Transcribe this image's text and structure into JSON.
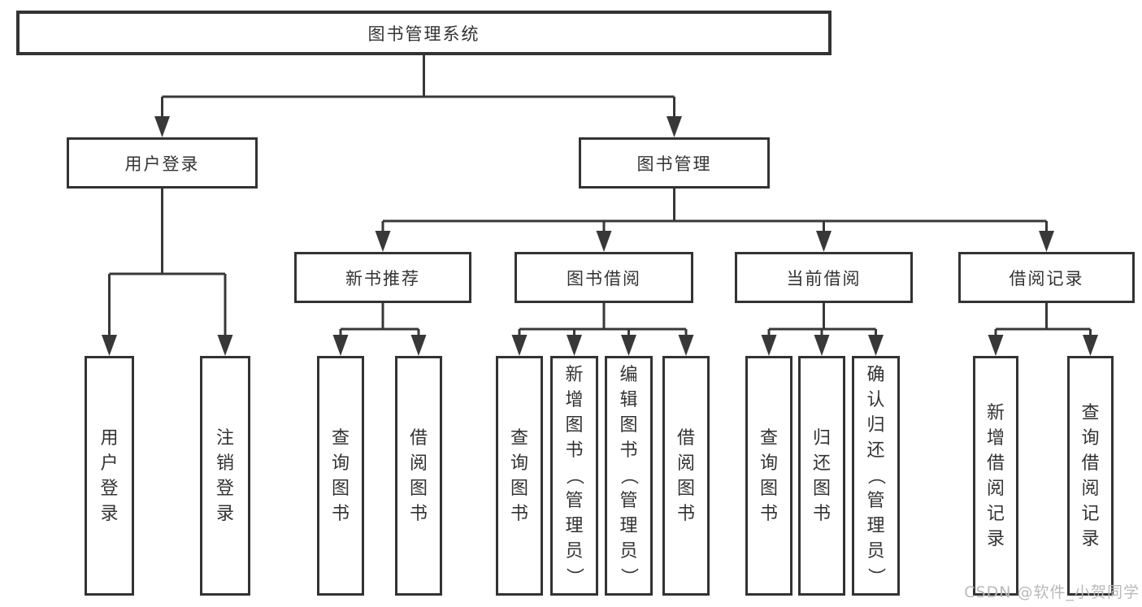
{
  "diagram": {
    "title": "图书管理系统",
    "nodes": [
      {
        "id": "root",
        "label": "图书管理系统",
        "writing": "horizontal"
      },
      {
        "id": "user-login",
        "label": "用户登录",
        "writing": "horizontal"
      },
      {
        "id": "book-mgmt",
        "label": "图书管理",
        "writing": "horizontal"
      },
      {
        "id": "new-book",
        "label": "新书推荐",
        "writing": "horizontal"
      },
      {
        "id": "book-borrow",
        "label": "图书借阅",
        "writing": "horizontal"
      },
      {
        "id": "current-borrow",
        "label": "当前借阅",
        "writing": "horizontal"
      },
      {
        "id": "borrow-records",
        "label": "借阅记录",
        "writing": "horizontal"
      },
      {
        "id": "ul-login",
        "label": "用户登录",
        "writing": "vertical"
      },
      {
        "id": "ul-logout",
        "label": "注销登录",
        "writing": "vertical"
      },
      {
        "id": "nb-query",
        "label": "查询图书",
        "writing": "vertical"
      },
      {
        "id": "nb-borrow",
        "label": "借阅图书",
        "writing": "vertical"
      },
      {
        "id": "bb-query",
        "label": "查询图书",
        "writing": "vertical"
      },
      {
        "id": "bb-add",
        "label": "新增图书（管理员）",
        "writing": "vertical"
      },
      {
        "id": "bb-edit",
        "label": "编辑图书（管理员）",
        "writing": "vertical"
      },
      {
        "id": "bb-borrow",
        "label": "借阅图书",
        "writing": "vertical"
      },
      {
        "id": "cb-query",
        "label": "查询图书",
        "writing": "vertical"
      },
      {
        "id": "cb-return",
        "label": "归还图书",
        "writing": "vertical"
      },
      {
        "id": "cb-confirm",
        "label": "确认归还（管理员）",
        "writing": "vertical"
      },
      {
        "id": "br-add",
        "label": "新增借阅记录",
        "writing": "vertical"
      },
      {
        "id": "br-query",
        "label": "查询借阅记录",
        "writing": "vertical"
      }
    ],
    "hierarchy": {
      "root": [
        "user-login",
        "book-mgmt"
      ],
      "user-login": [
        "ul-login",
        "ul-logout"
      ],
      "book-mgmt": [
        "new-book",
        "book-borrow",
        "current-borrow",
        "borrow-records"
      ],
      "new-book": [
        "nb-query",
        "nb-borrow"
      ],
      "book-borrow": [
        "bb-query",
        "bb-add",
        "bb-edit",
        "bb-borrow"
      ],
      "current-borrow": [
        "cb-query",
        "cb-return",
        "cb-confirm"
      ],
      "borrow-records": [
        "br-add",
        "br-query"
      ]
    },
    "colors": {
      "background": "#ffffff",
      "box_fill": "#ffffff",
      "box_border": "#333333",
      "line": "#383838",
      "text": "#333333",
      "watermark": "#b9b9b9"
    }
  },
  "watermark": {
    "text": "CSDN @软件_小贺同学"
  }
}
